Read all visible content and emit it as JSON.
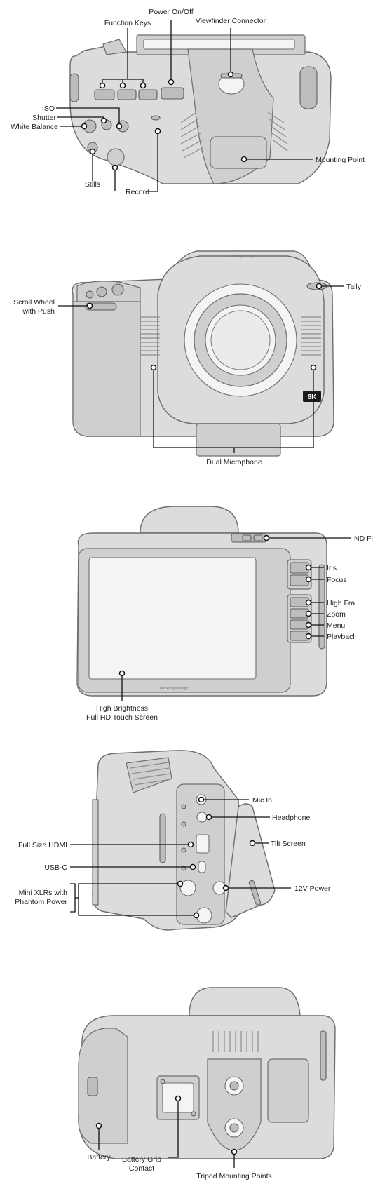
{
  "views": {
    "top": {
      "labels": {
        "function_keys": "Function Keys",
        "power": "Power On/Off",
        "viewfinder": "Viewfinder Connector",
        "iso": "ISO",
        "shutter": "Shutter",
        "white_balance": "White Balance",
        "stills": "Stills",
        "record": "Record",
        "mounting_point": "Mounting Point"
      }
    },
    "front": {
      "labels": {
        "scroll_wheel_1": "Scroll Wheel",
        "scroll_wheel_2": "with Push",
        "tally": "Tally",
        "dual_mic": "Dual Microphone",
        "badge": "6K"
      }
    },
    "rear": {
      "labels": {
        "nd_filter": "ND Filte",
        "iris": "Iris",
        "focus": "Focus",
        "high_frame": "High Fra",
        "zoom": "Zoom",
        "menu": "Menu",
        "playback": "Playbacl",
        "screen_1": "High Brightness",
        "screen_2": "Full HD Touch Screen"
      }
    },
    "side": {
      "labels": {
        "mic_in": "Mic In",
        "headphone": "Headphone",
        "tilt_screen": "Tilt Screen",
        "hdmi": "Full Size HDMI",
        "usbc": "USB-C",
        "xlr_1": "Mini XLRs with",
        "xlr_2": "Phantom Power",
        "power_12v": "12V Power"
      }
    },
    "bottom": {
      "labels": {
        "battery": "Battery",
        "grip_1": "Battery Grip",
        "grip_2": "Contact",
        "tripod": "Tripod Mounting Points"
      }
    }
  }
}
